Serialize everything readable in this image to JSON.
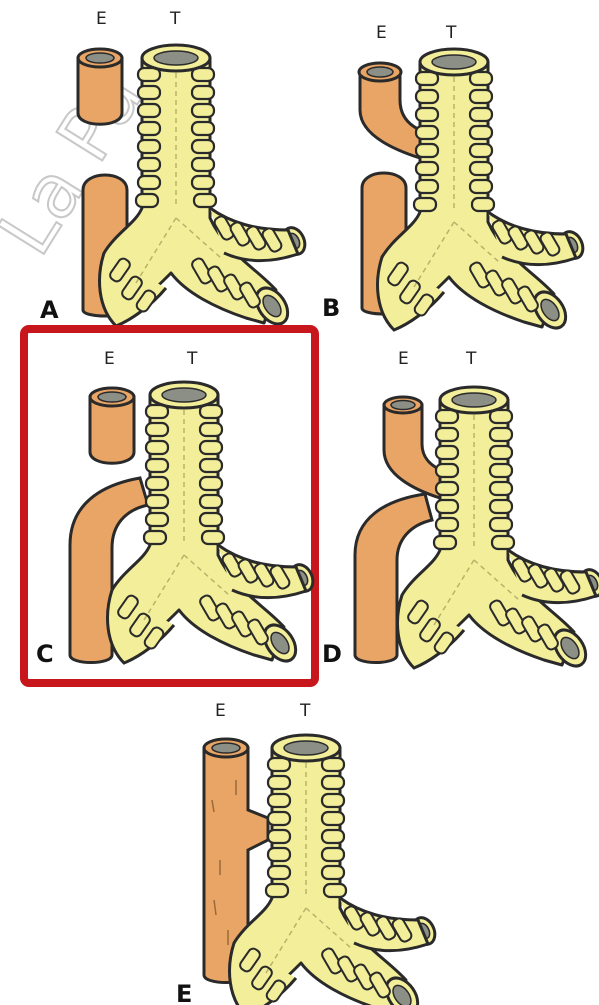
{
  "watermark": "La Pa",
  "panels": [
    {
      "id": "A",
      "letter": "A",
      "e_label": "E",
      "t_label": "T",
      "highlighted": false
    },
    {
      "id": "B",
      "letter": "B",
      "e_label": "E",
      "t_label": "T",
      "highlighted": false
    },
    {
      "id": "C",
      "letter": "C",
      "e_label": "E",
      "t_label": "T",
      "highlighted": true
    },
    {
      "id": "D",
      "letter": "D",
      "e_label": "E",
      "t_label": "T",
      "highlighted": false
    },
    {
      "id": "E",
      "letter": "E",
      "e_label": "E",
      "t_label": "T",
      "highlighted": false
    }
  ],
  "colors": {
    "esophagus": "#E9A565",
    "esophagus_dark": "#C98646",
    "trachea": "#F2EE9A",
    "trachea_dark": "#D9D370",
    "outline": "#2a2a2a",
    "lumen": "#8b8f86",
    "highlight_frame": "#C8161D"
  }
}
